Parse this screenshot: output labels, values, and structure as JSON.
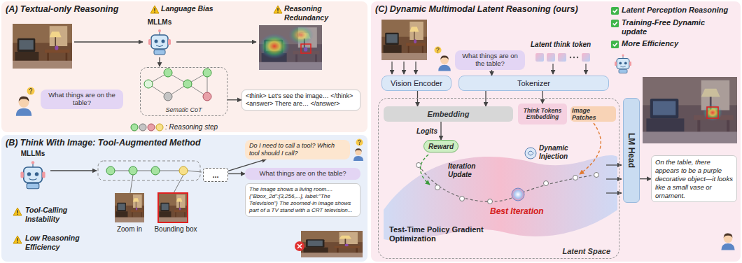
{
  "diagram": {
    "nodes": [
      {
        "text": [
          "(A) Textual-only Reasoning"
        ]
      },
      {
        "text": [
          "(B) Think With Image: Tool-Augmented Method"
        ]
      },
      {
        "text": [
          "(C) Dynamic Multimodal Latent Reasoning (ours)"
        ]
      },
      {
        "text": [
          "What things are on the table?"
        ],
        "in": 0
      },
      {
        "text": [
          "Sematic CoT"
        ],
        "in": 0
      },
      {
        "text": [
          "<think> Let's see the image… </think> <answer> There are… </answer>"
        ],
        "in": 0
      },
      {
        "text": [
          "..."
        ],
        "in": 1
      },
      {
        "text": [
          "Do I need to call a tool? Which tool should I call?"
        ],
        "in": 1
      },
      {
        "text": [
          "What things are on the table?"
        ],
        "in": 1
      },
      {
        "text": [
          "The image shows a living room.... {\"Bbox_2d\":[3,256,...], label:\"The Television\"} The zoomed-in image shows part of a TV stand with a CRT television..."
        ],
        "in": 1
      },
      {
        "text": [
          "What things are on the table?"
        ],
        "in": 2
      },
      {
        "text": [
          "Vision Encoder"
        ],
        "in": 2
      },
      {
        "text": [
          "Tokenizer"
        ],
        "in": 2
      },
      {
        "text": [
          "Latent Space"
        ],
        "in": 2
      },
      {
        "text": [
          "Embedding"
        ],
        "in": 13
      },
      {
        "text": [
          "Think Tokens Embedding"
        ],
        "in": 13
      },
      {
        "text": [
          "Image Patches"
        ],
        "in": 13
      },
      {
        "text": [
          "Reward"
        ],
        "in": 13
      },
      {
        "text": [
          "LM Head"
        ],
        "in": 2
      },
      {
        "text": [
          "On the table, there appears to be a purple decorative object—it looks like a small vase or ornament."
        ],
        "in": 2
      }
    ],
    "edges": [
      {
        "from": 4,
        "to": 5,
        "arrow": "to"
      },
      {
        "from": 6,
        "to": 7,
        "arrow": "to"
      },
      {
        "from": 6,
        "to": 8,
        "arrow": "to"
      },
      {
        "from": 10,
        "to": 12,
        "arrow": "to"
      },
      {
        "from": 11,
        "to": 14,
        "arrow": "to"
      },
      {
        "from": 12,
        "to": 14,
        "arrow": "to"
      },
      {
        "from": 12,
        "to": 15,
        "arrow": "to"
      },
      {
        "from": 14,
        "to": 17,
        "arrow": "to",
        "label": "Logits"
      },
      {
        "from": 18,
        "to": 19,
        "arrow": "to"
      }
    ],
    "labels": [
      "Language Bias",
      "Reasoning Redundancy",
      "MLLMs",
      "MLLMs",
      "Tool-Calling Instability",
      "Low Reasoning Efficiency",
      "Zoom in",
      "Bounding box",
      "Latent Perception Reasoning",
      "Training-Free Dynamic update",
      "More Efficiency",
      "Latent think token",
      "Iteration Update",
      "Dynamic Injection",
      "Best Iteration",
      "Test-Time Policy Gradient Optimization"
    ],
    "legend": [
      {
        "text": ": Reasoning step"
      }
    ]
  }
}
